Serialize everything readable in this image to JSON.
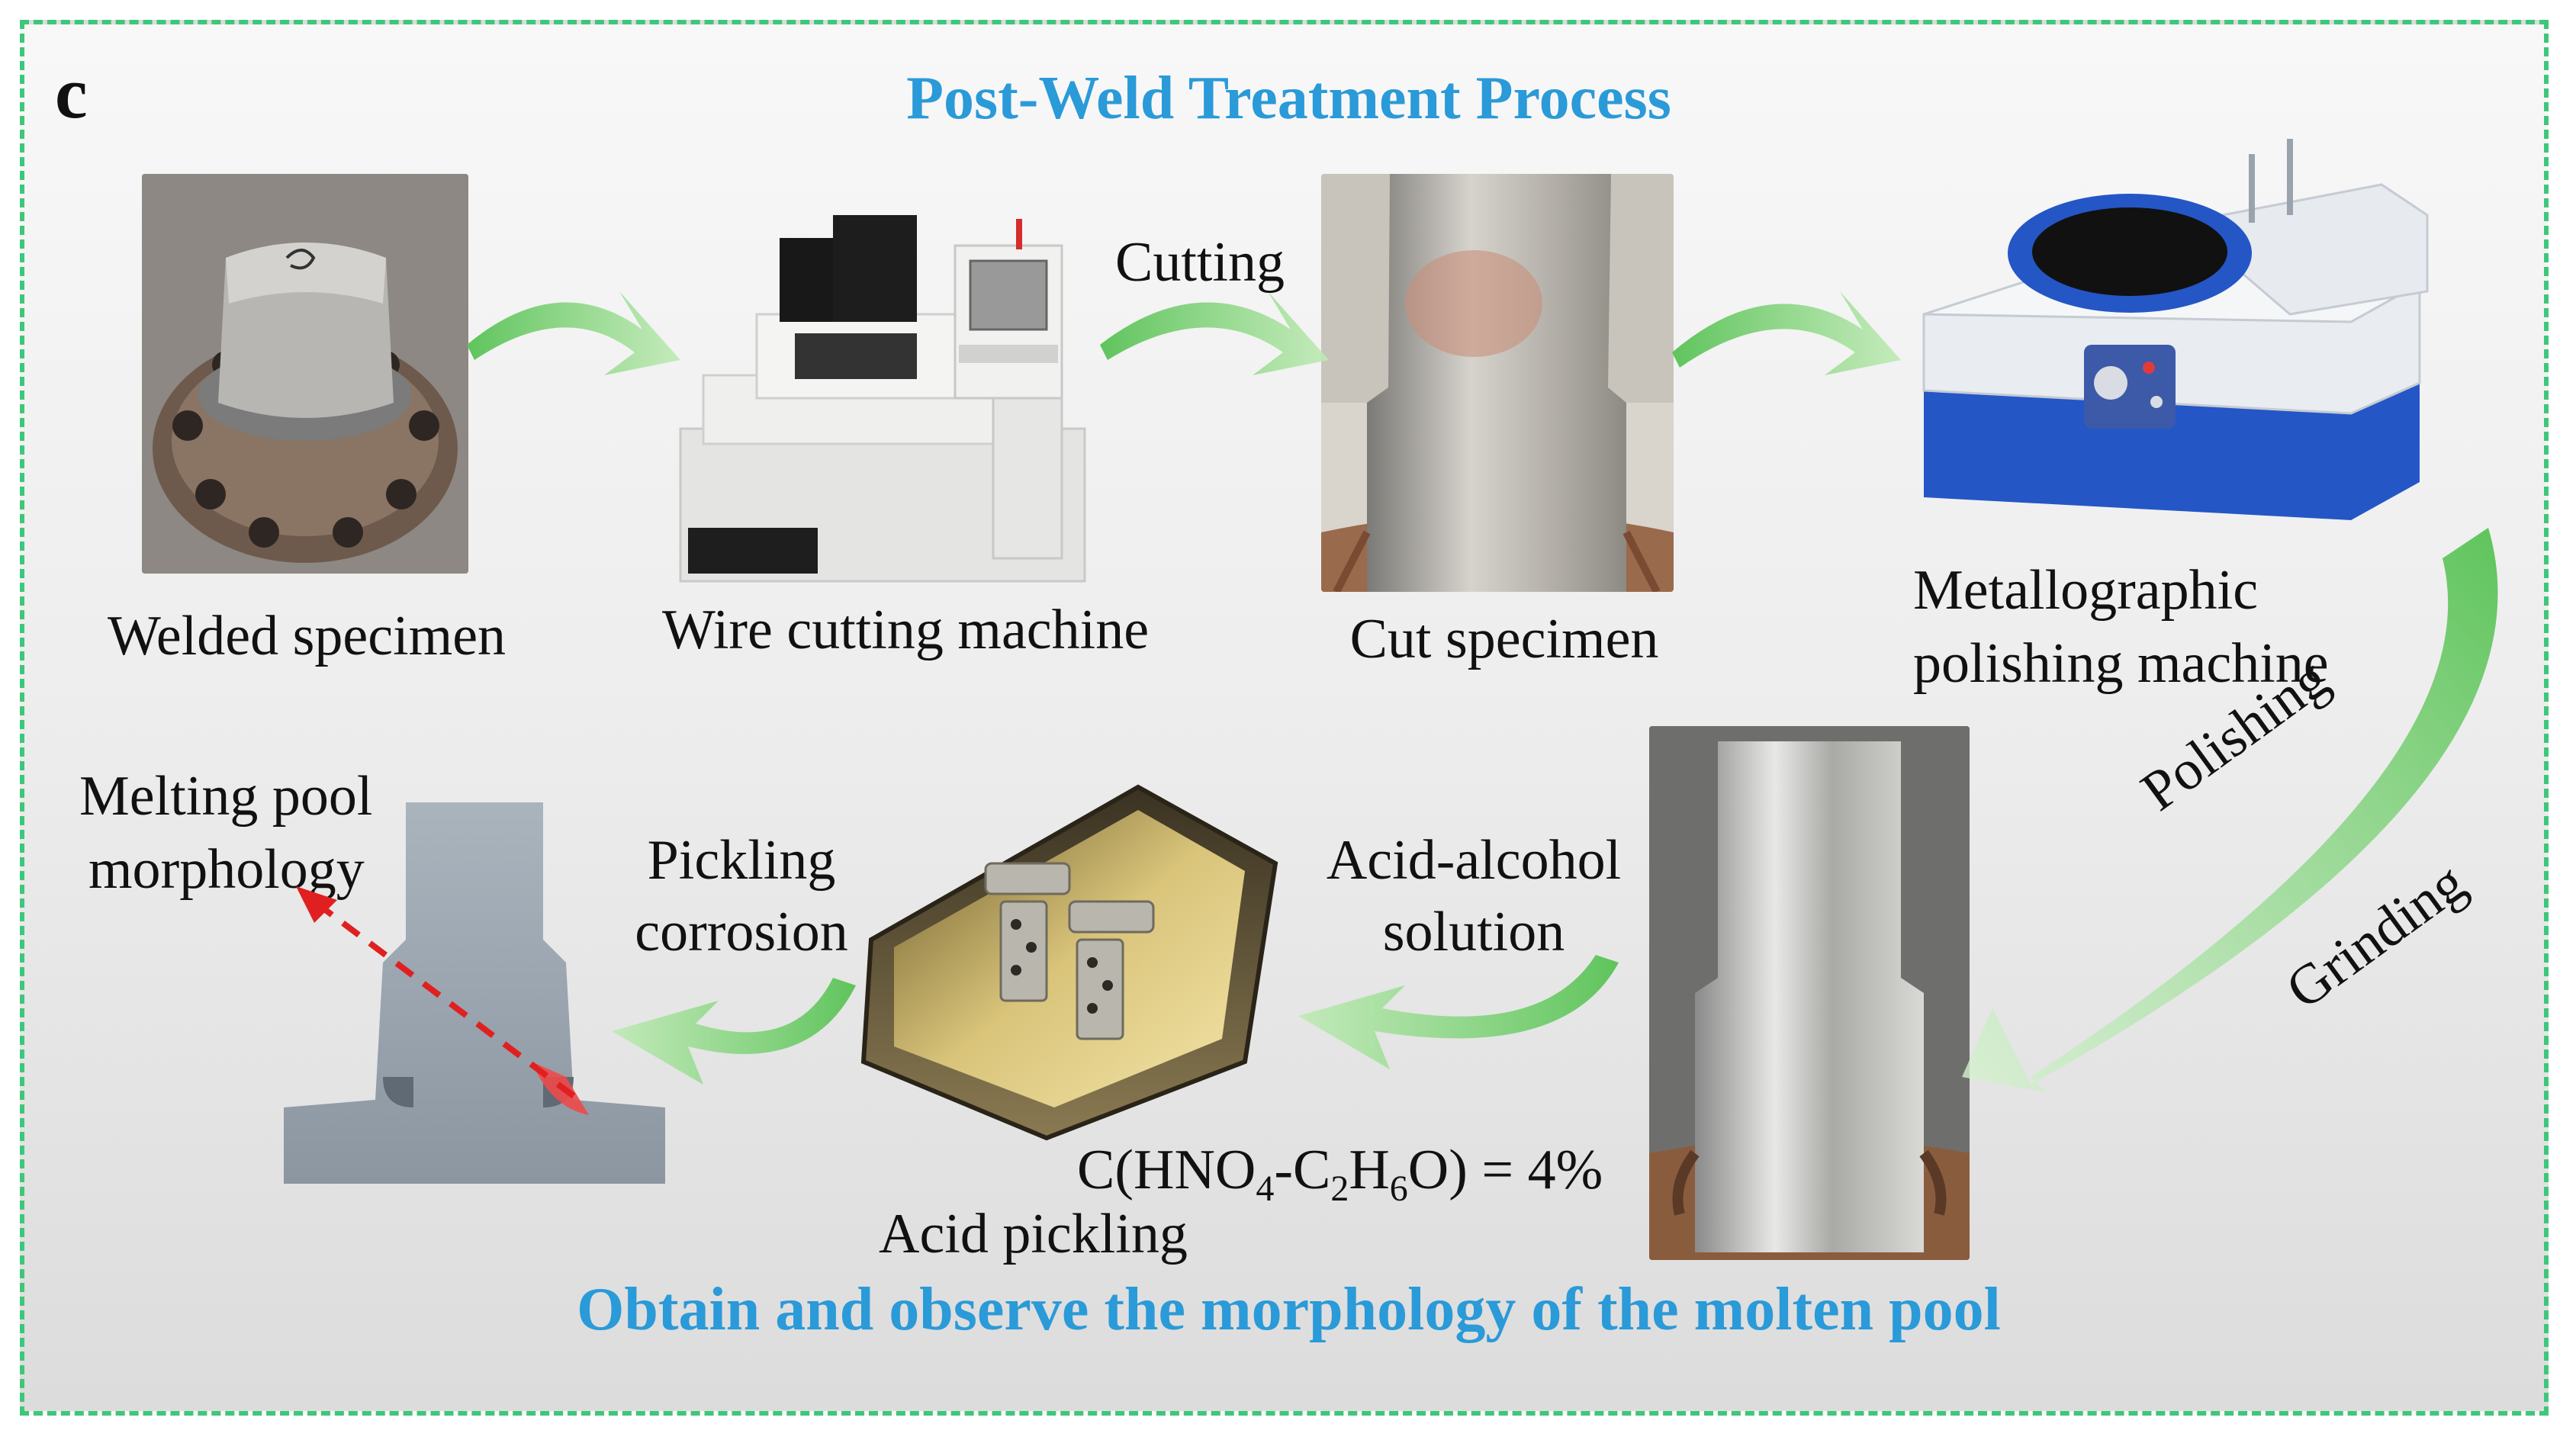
{
  "panel_letter": "c",
  "title": "Post-Weld Treatment Process",
  "footer_caption": "Obtain and observe the morphology of the molten pool",
  "steps": {
    "welded_specimen": "Welded specimen",
    "wire_cutting_machine": "Wire cutting machine",
    "cut_specimen": "Cut specimen",
    "polishing_machine_line1": "Metallographic",
    "polishing_machine_line2": "polishing machine",
    "acid_pickling": "Acid pickling",
    "melting_pool_line1": "Melting pool",
    "melting_pool_line2": "morphology"
  },
  "arrow_labels": {
    "cutting": "Cutting",
    "polishing": "Polishing",
    "grinding": "Grinding",
    "acid_solution_line1": "Acid-alcohol",
    "acid_solution_line2": "solution",
    "pickling_line1": "Pickling",
    "pickling_line2": "corrosion"
  },
  "formula": {
    "prefix": "C(HNO",
    "sub1": "4",
    "mid1": "-C",
    "sub2": "2",
    "mid2": "H",
    "sub3": "6",
    "suffix": "O) = 4%"
  },
  "colors": {
    "frame_dashed": "#3ec77a",
    "title_blue": "#2a9ad8",
    "arrow_green": "#5fc45c",
    "pointer_red": "#e02020",
    "polisher_blue": "#2456c6"
  },
  "icons": {
    "welded_specimen": "metal-flange-photo",
    "wire_cutter": "wire-edm-machine-illustration",
    "cut_specimen": "cut-specimen-photo",
    "polisher": "metallographic-polisher-illustration",
    "polished_specimen": "polished-specimen-photo",
    "pickling_tank": "acid-tank-illustration",
    "weld_section": "weld-cross-section-photo"
  }
}
